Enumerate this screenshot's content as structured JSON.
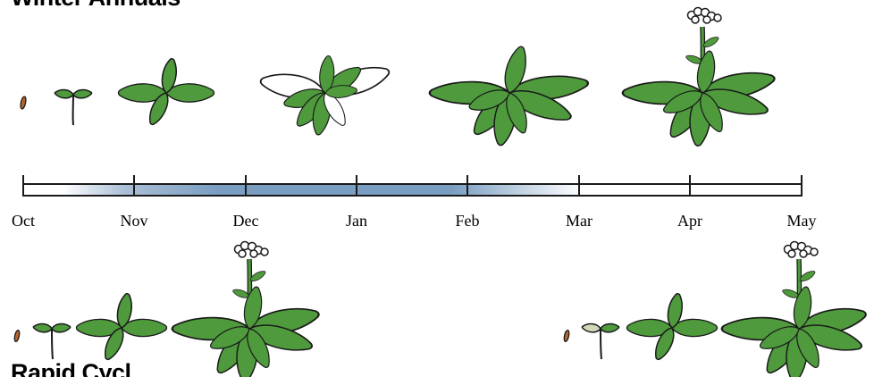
{
  "headings": {
    "top": "Winter Annuals",
    "bottom": "Rapid Cycl"
  },
  "timeline": {
    "months": [
      "Oct",
      "Nov",
      "Dec",
      "Jan",
      "Feb",
      "Mar",
      "Apr",
      "May"
    ],
    "cold_band_color": "#7a9ec2"
  },
  "colors": {
    "leaf": "#4e9a3c",
    "outline": "#1a1a1a",
    "seed": "#b5652a",
    "flower": "#ffffff",
    "pale_leaf": "#cfd9b7"
  }
}
